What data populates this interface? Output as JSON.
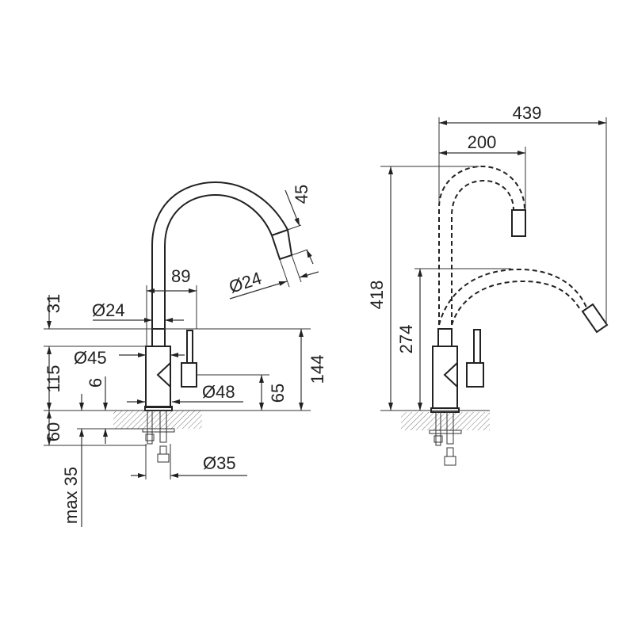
{
  "left_view": {
    "dim_31": "31",
    "dim_115": "115",
    "dim_60": "60",
    "dim_max35": "max 35",
    "dim_6": "6",
    "dim_d24_neck": "Ø24",
    "dim_89": "89",
    "dim_d45": "Ø45",
    "dim_d48": "Ø48",
    "dim_65": "65",
    "dim_144": "144",
    "dim_d35": "Ø35",
    "dim_d24_nozzle": "Ø24",
    "dim_45": "45"
  },
  "right_view": {
    "dim_439": "439",
    "dim_200": "200",
    "dim_418": "418",
    "dim_274": "274"
  }
}
